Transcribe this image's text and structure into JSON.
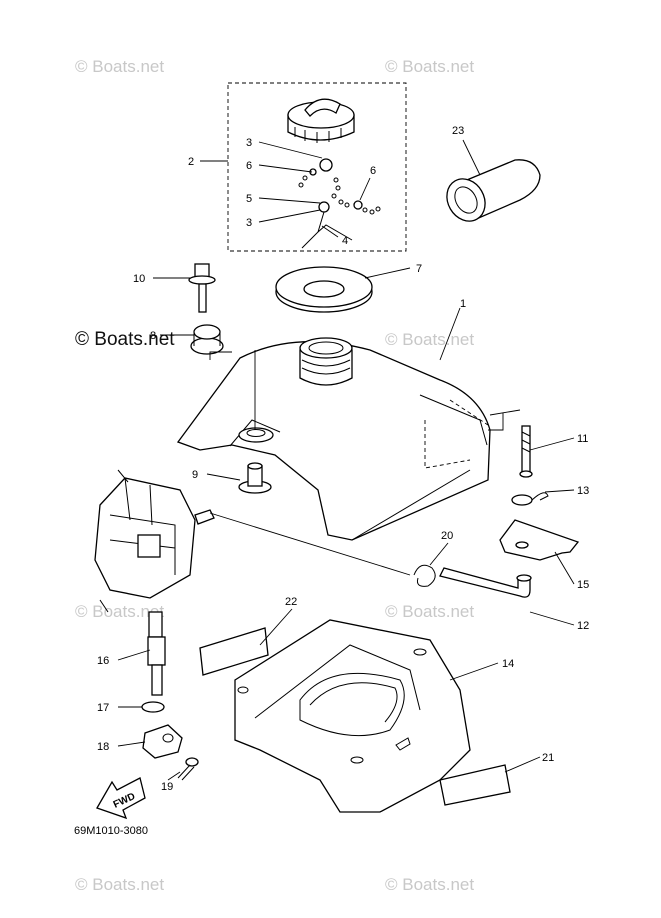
{
  "watermark": "© Boats.net",
  "callouts": {
    "c1": "1",
    "c2": "2",
    "c3a": "3",
    "c3b": "3",
    "c4": "4",
    "c5": "5",
    "c6a": "6",
    "c6b": "6",
    "c7": "7",
    "c8": "8",
    "c9": "9",
    "c10": "10",
    "c11": "11",
    "c12": "12",
    "c13": "13",
    "c14": "14",
    "c15": "15",
    "c16": "16",
    "c17": "17",
    "c18": "18",
    "c19": "19",
    "c20": "20",
    "c21": "21",
    "c22": "22",
    "c23": "23"
  },
  "fwd_label": "FWD",
  "diagram_code": "69M1010-3080"
}
